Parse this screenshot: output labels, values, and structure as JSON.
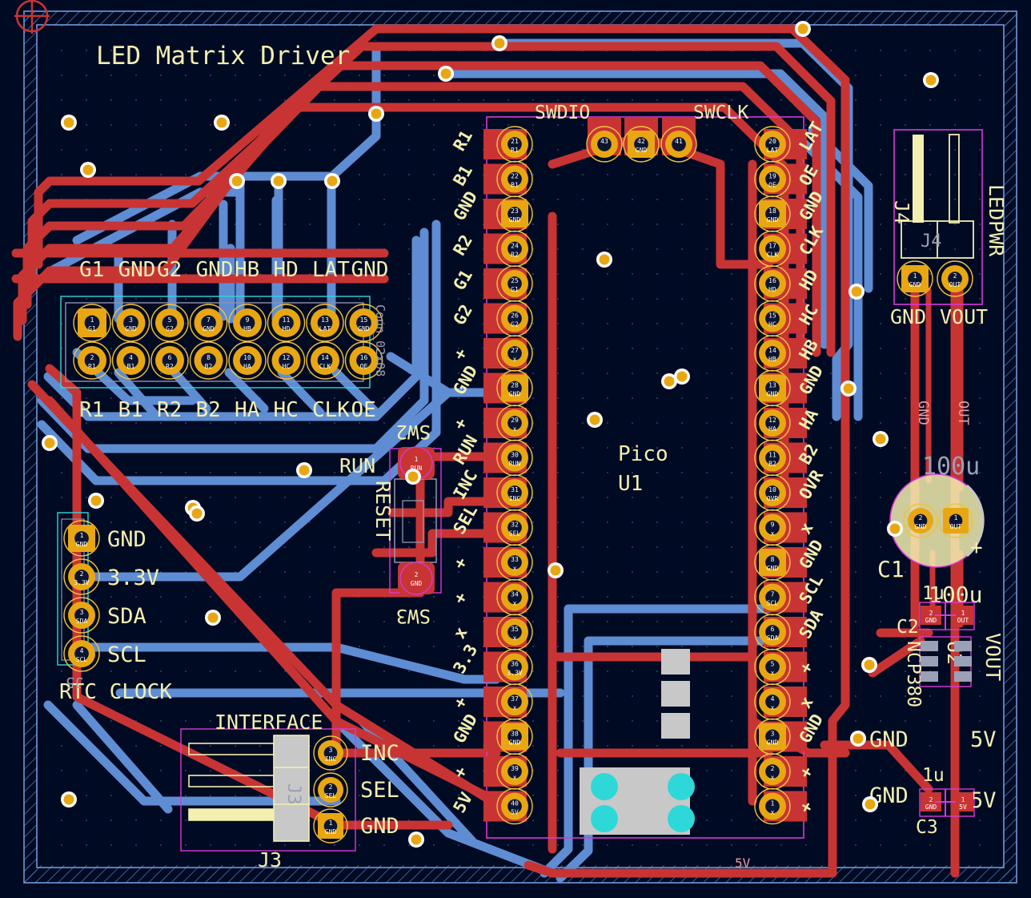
{
  "app": {
    "kind": "pcb-layout-editor-canvas",
    "board_title": "LED Matrix Driver"
  },
  "colors": {
    "background": "#010a23",
    "copper_front": "#c83434",
    "copper_back": "#5f8dd3",
    "silkscreen": "#f2efaf",
    "pad_gold": "#e8a712",
    "pad_ring": "#f0c33c",
    "via_gold": "#e8a712",
    "via_ring": "#ffffff",
    "courtyard_magenta": "#d63ad6",
    "fab_gray": "#9aa0b5",
    "edge_cuts": "#d6b84a",
    "fcourtyard_cyan": "#2fd8d8",
    "drill_hole": "#0b1430",
    "board_outline": "#5f8dd3"
  },
  "board_labels": {
    "title": "LED Matrix Driver",
    "swdio": "SWDIO",
    "swclk": "SWCLK",
    "pico": "Pico",
    "pico_ref": "U1",
    "run_label": "RUN",
    "reset_label": "RESET",
    "sw2": "SW2",
    "sw3": "SW3",
    "rtc_clock": "RTC CLOCK",
    "interface": "INTERFACE",
    "j3": "J3",
    "j4": "J4",
    "j4_fab": "J4",
    "ledpwr": "LEDPWR",
    "gnd_j4": "GND",
    "vout_j4": "VOUT",
    "c1": "C1",
    "c1_value": "100u",
    "c2": "C2",
    "c2_value": "1u",
    "c3": "C3",
    "c3_value": "1u",
    "u2": "U2",
    "u2_value": "NCP380",
    "vout_right": "VOUT",
    "gnd_u2": "GND",
    "fiveV_u2": "5V",
    "gnd_c3": "GND",
    "fiveV_c3": "5V",
    "gnd_left_c2": "GND",
    "bottom_5v": "5V",
    "j1_fab": "Conn_02x08",
    "j5_ref": "J5"
  },
  "connector_j1": {
    "name": "matrix-header",
    "rows": [
      {
        "pin": "1",
        "net": "G1",
        "silk_top": "G1"
      },
      {
        "pin": "3",
        "net": "GND",
        "silk_top": "GND"
      },
      {
        "pin": "5",
        "net": "G2",
        "silk_top": "G2"
      },
      {
        "pin": "7",
        "net": "GND",
        "silk_top": "GND"
      },
      {
        "pin": "9",
        "net": "HB",
        "silk_top": "HB"
      },
      {
        "pin": "11",
        "net": "HD",
        "silk_top": "HD"
      },
      {
        "pin": "13",
        "net": "LAT",
        "silk_top": "LAT"
      },
      {
        "pin": "15",
        "net": "GND",
        "silk_top": "GND"
      }
    ],
    "rows_bottom": [
      {
        "pin": "2",
        "net": "R1",
        "silk_bot": "R1"
      },
      {
        "pin": "4",
        "net": "B1",
        "silk_bot": "B1"
      },
      {
        "pin": "6",
        "net": "R2",
        "silk_bot": "R2"
      },
      {
        "pin": "8",
        "net": "B2",
        "silk_bot": "B2"
      },
      {
        "pin": "10",
        "net": "HA",
        "silk_bot": "HA"
      },
      {
        "pin": "12",
        "net": "HC",
        "silk_bot": "HC"
      },
      {
        "pin": "14",
        "net": "CLK",
        "silk_bot": "CLK"
      },
      {
        "pin": "16",
        "net": "OE",
        "silk_bot": "OE"
      }
    ]
  },
  "connector_j5_rtc": {
    "name": "rtc-clock-header",
    "label": "RTC CLOCK",
    "pins": [
      {
        "pin": "1",
        "net": "GND",
        "silk": "GND"
      },
      {
        "pin": "2",
        "net": "3.3V",
        "silk": "3.3V"
      },
      {
        "pin": "3",
        "net": "SDA",
        "silk": "SDA"
      },
      {
        "pin": "4",
        "net": "SCL",
        "silk": "SCL"
      }
    ]
  },
  "connector_j3_interface": {
    "name": "interface-header",
    "label": "INTERFACE",
    "ref": "J3",
    "pins": [
      {
        "pin": "3",
        "net": "INC",
        "silk": "INC"
      },
      {
        "pin": "2",
        "net": "SEL",
        "silk": "SEL"
      },
      {
        "pin": "1",
        "net": "GND",
        "silk": "GND"
      }
    ]
  },
  "connector_j4_ledpwr": {
    "name": "ledpwr-terminal",
    "label": "LEDPWR",
    "ref": "J4",
    "pins": [
      {
        "pin": "1",
        "net": "GND",
        "silk": "GND"
      },
      {
        "pin": "2",
        "net": "OUT",
        "silk": "VOUT"
      }
    ]
  },
  "switch_sw3_reset": {
    "name": "reset-switch",
    "labels": [
      "RUN",
      "RESET",
      "SW2",
      "SW3"
    ],
    "pins": [
      {
        "pin": "1",
        "net": "RUN"
      },
      {
        "pin": "2",
        "net": "GND"
      }
    ]
  },
  "capacitors": [
    {
      "ref": "C1",
      "value": "100u",
      "pins": [
        {
          "pin": "2",
          "net": "GND"
        },
        {
          "pin": "1",
          "net": "OUT"
        }
      ]
    },
    {
      "ref": "C2",
      "value": "1u",
      "pins": [
        {
          "pin": "2",
          "net": "GND"
        },
        {
          "pin": "1",
          "net": "OUT"
        }
      ]
    },
    {
      "ref": "C3",
      "value": "1u",
      "pins": [
        {
          "pin": "2",
          "net": "GND"
        },
        {
          "pin": "1",
          "net": "5V"
        }
      ]
    }
  ],
  "ic_u2": {
    "ref": "U2",
    "value": "NCP380"
  },
  "pico_u1": {
    "ref": "U1",
    "name": "Pico",
    "left_pins": [
      {
        "pin": "21",
        "net": "R1",
        "netlabel": "R1"
      },
      {
        "pin": "22",
        "net": "B1",
        "netlabel": "B1"
      },
      {
        "pin": "23",
        "net": "GND",
        "netlabel": "GND"
      },
      {
        "pin": "24",
        "net": "R2",
        "netlabel": "R2"
      },
      {
        "pin": "25",
        "net": "G1",
        "netlabel": "G1"
      },
      {
        "pin": "26",
        "net": "G2",
        "netlabel": "G2"
      },
      {
        "pin": "27",
        "net": "x",
        "netlabel": "+"
      },
      {
        "pin": "28",
        "net": "GND",
        "netlabel": "GND"
      },
      {
        "pin": "29",
        "net": "x",
        "netlabel": "+"
      },
      {
        "pin": "30",
        "net": "RUN",
        "netlabel": "RUN"
      },
      {
        "pin": "31",
        "net": "INC",
        "netlabel": "INC"
      },
      {
        "pin": "32",
        "net": "SEL",
        "netlabel": "SEL"
      },
      {
        "pin": "33",
        "net": "x",
        "netlabel": "+"
      },
      {
        "pin": "34",
        "net": "x",
        "netlabel": "+"
      },
      {
        "pin": "35",
        "net": "x",
        "netlabel": "x"
      },
      {
        "pin": "36",
        "net": "3.3V",
        "netlabel": "3.3"
      },
      {
        "pin": "37",
        "net": "x",
        "netlabel": "+"
      },
      {
        "pin": "38",
        "net": "GND",
        "netlabel": "GND"
      },
      {
        "pin": "39",
        "net": "x",
        "netlabel": "+"
      },
      {
        "pin": "40",
        "net": "5V",
        "netlabel": "5V"
      }
    ],
    "right_pins": [
      {
        "pin": "20",
        "net": "LAT",
        "netlabel": "LAT"
      },
      {
        "pin": "19",
        "net": "OE",
        "netlabel": "OE"
      },
      {
        "pin": "18",
        "net": "GND",
        "netlabel": "GND"
      },
      {
        "pin": "17",
        "net": "CLK",
        "netlabel": "CLK"
      },
      {
        "pin": "16",
        "net": "HD",
        "netlabel": "HD"
      },
      {
        "pin": "15",
        "net": "HC",
        "netlabel": "HC"
      },
      {
        "pin": "14",
        "net": "HB",
        "netlabel": "HB"
      },
      {
        "pin": "13",
        "net": "GND",
        "netlabel": "GND"
      },
      {
        "pin": "12",
        "net": "HA",
        "netlabel": "HA"
      },
      {
        "pin": "11",
        "net": "B2",
        "netlabel": "B2"
      },
      {
        "pin": "10",
        "net": "OVR",
        "netlabel": "OVR"
      },
      {
        "pin": "9",
        "net": "x",
        "netlabel": "x"
      },
      {
        "pin": "8",
        "net": "GND",
        "netlabel": "GND"
      },
      {
        "pin": "7",
        "net": "SCL",
        "netlabel": "SCL"
      },
      {
        "pin": "6",
        "net": "SDA",
        "netlabel": "SDA"
      },
      {
        "pin": "5",
        "net": "x",
        "netlabel": "+"
      },
      {
        "pin": "4",
        "net": "x",
        "netlabel": "x"
      },
      {
        "pin": "3",
        "net": "GND",
        "netlabel": "GND"
      },
      {
        "pin": "2",
        "net": "x",
        "netlabel": "+"
      },
      {
        "pin": "1",
        "net": "x",
        "netlabel": "+"
      }
    ],
    "top_pins": [
      {
        "pin": "43",
        "net": "x"
      },
      {
        "pin": "42",
        "net": "GND"
      },
      {
        "pin": "41",
        "net": "x"
      }
    ]
  },
  "trace_labels": {
    "gnd_vertical": "GND",
    "out_vertical": "OUT",
    "bottom_5v": "5V"
  }
}
